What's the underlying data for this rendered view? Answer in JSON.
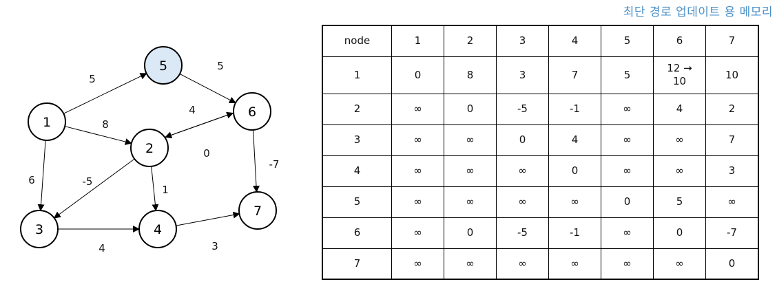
{
  "caption": "최단 경로 업데이트 용 메모리",
  "graph": {
    "nodes": [
      {
        "id": "1",
        "label": "1",
        "highlight": false
      },
      {
        "id": "2",
        "label": "2",
        "highlight": false
      },
      {
        "id": "3",
        "label": "3",
        "highlight": false
      },
      {
        "id": "4",
        "label": "4",
        "highlight": false
      },
      {
        "id": "5",
        "label": "5",
        "highlight": true
      },
      {
        "id": "6",
        "label": "6",
        "highlight": false
      },
      {
        "id": "7",
        "label": "7",
        "highlight": false
      }
    ],
    "edges": [
      {
        "from": "1",
        "to": "5",
        "weight": "5"
      },
      {
        "from": "5",
        "to": "6",
        "weight": "5"
      },
      {
        "from": "1",
        "to": "2",
        "weight": "8"
      },
      {
        "from": "2",
        "to": "6",
        "weight": "4"
      },
      {
        "from": "6",
        "to": "2",
        "weight": "0"
      },
      {
        "from": "1",
        "to": "3",
        "weight": "6"
      },
      {
        "from": "2",
        "to": "3",
        "weight": "-5"
      },
      {
        "from": "2",
        "to": "4",
        "weight": "1"
      },
      {
        "from": "6",
        "to": "7",
        "weight": "-7"
      },
      {
        "from": "3",
        "to": "4",
        "weight": "4"
      },
      {
        "from": "4",
        "to": "7",
        "weight": "3"
      }
    ],
    "highlight_color": "#dbe8f5"
  },
  "table": {
    "header": [
      "node",
      "1",
      "2",
      "3",
      "4",
      "5",
      "6",
      "7"
    ],
    "rows": [
      [
        "1",
        "0",
        "8",
        "3",
        "7",
        "5",
        "12 →|10",
        "10"
      ],
      [
        "2",
        "∞",
        "0",
        "-5",
        "-1",
        "∞",
        "4",
        "2"
      ],
      [
        "3",
        "∞",
        "∞",
        "0",
        "4",
        "∞",
        "∞",
        "7"
      ],
      [
        "4",
        "∞",
        "∞",
        "∞",
        "0",
        "∞",
        "∞",
        "3"
      ],
      [
        "5",
        "∞",
        "∞",
        "∞",
        "∞",
        "0",
        "5",
        "∞"
      ],
      [
        "6",
        "∞",
        "0",
        "-5",
        "-1",
        "∞",
        "0",
        "-7"
      ],
      [
        "7",
        "∞",
        "∞",
        "∞",
        "∞",
        "∞",
        "∞",
        "0"
      ]
    ]
  },
  "colors": {
    "caption": "#4a90c8",
    "highlight_node": "#dbe8f5"
  }
}
